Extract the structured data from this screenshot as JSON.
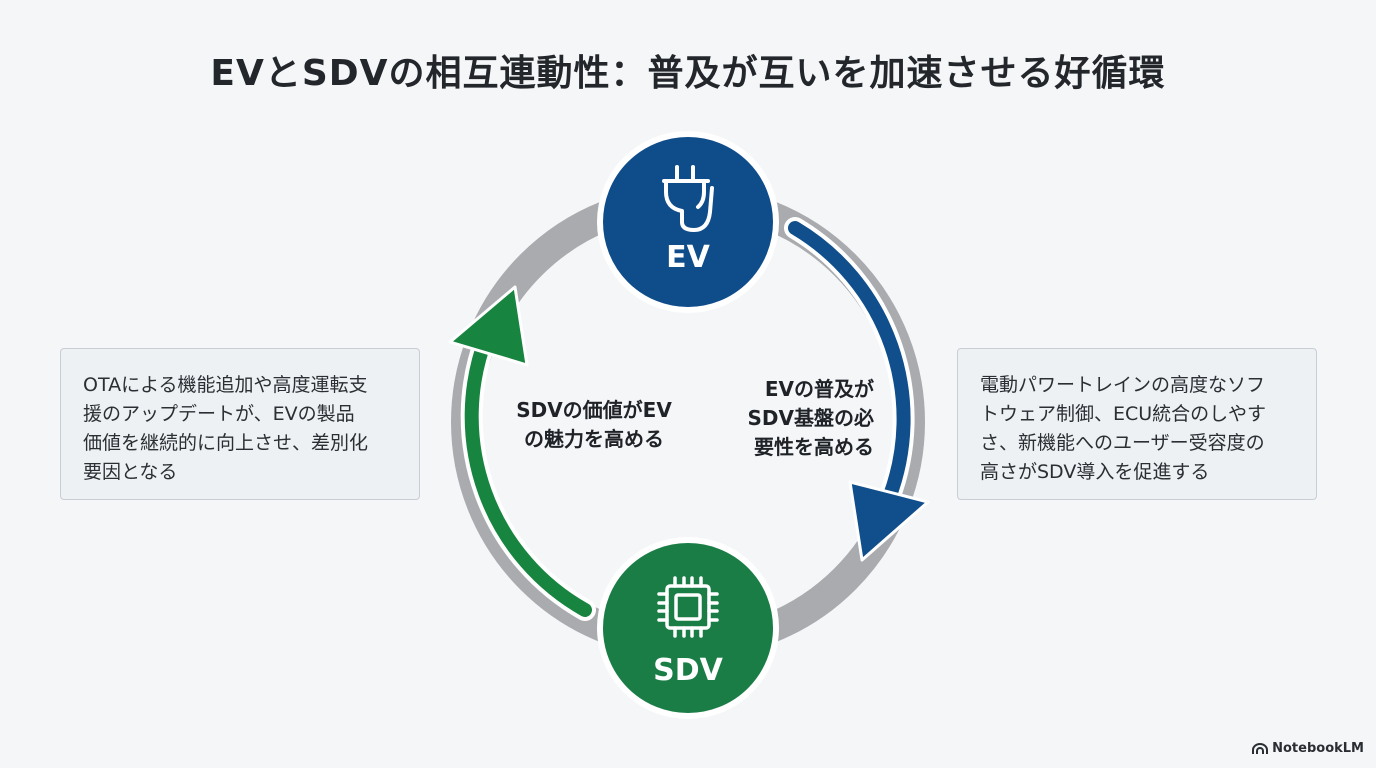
{
  "title": "EVとSDVの相互連動性：普及が互いを加速させる好循環",
  "nodes": {
    "ev": {
      "label": "EV",
      "icon": "plug-icon",
      "color": "#0f4c8a"
    },
    "sdv": {
      "label": "SDV",
      "icon": "chip-icon",
      "color": "#1a7d46"
    }
  },
  "flows": {
    "ev_to_sdv": {
      "lines": [
        "EVの普及が",
        "SDV基盤の必",
        "要性を高める"
      ],
      "color": "#104f8c"
    },
    "sdv_to_ev": {
      "lines": [
        "SDVの価値がEV",
        "の魅力を高める"
      ],
      "color": "#17853f"
    }
  },
  "ring_color": "#a9abae",
  "notes": {
    "left": {
      "lines": [
        "OTAによる機能追加や高度運転支",
        "援のアップデートが、EVの製品",
        "価値を継続的に向上させ、差別化",
        "要因となる"
      ]
    },
    "right": {
      "lines": [
        "電動パワートレインの高度なソフ",
        "トウェア制御、ECU統合のしやす",
        "さ、新機能へのユーザー受容度の",
        "高さがSDV導入を促進する"
      ]
    }
  },
  "watermark": {
    "text": "NotebookLM",
    "icon": "notebooklm-logo-icon"
  }
}
